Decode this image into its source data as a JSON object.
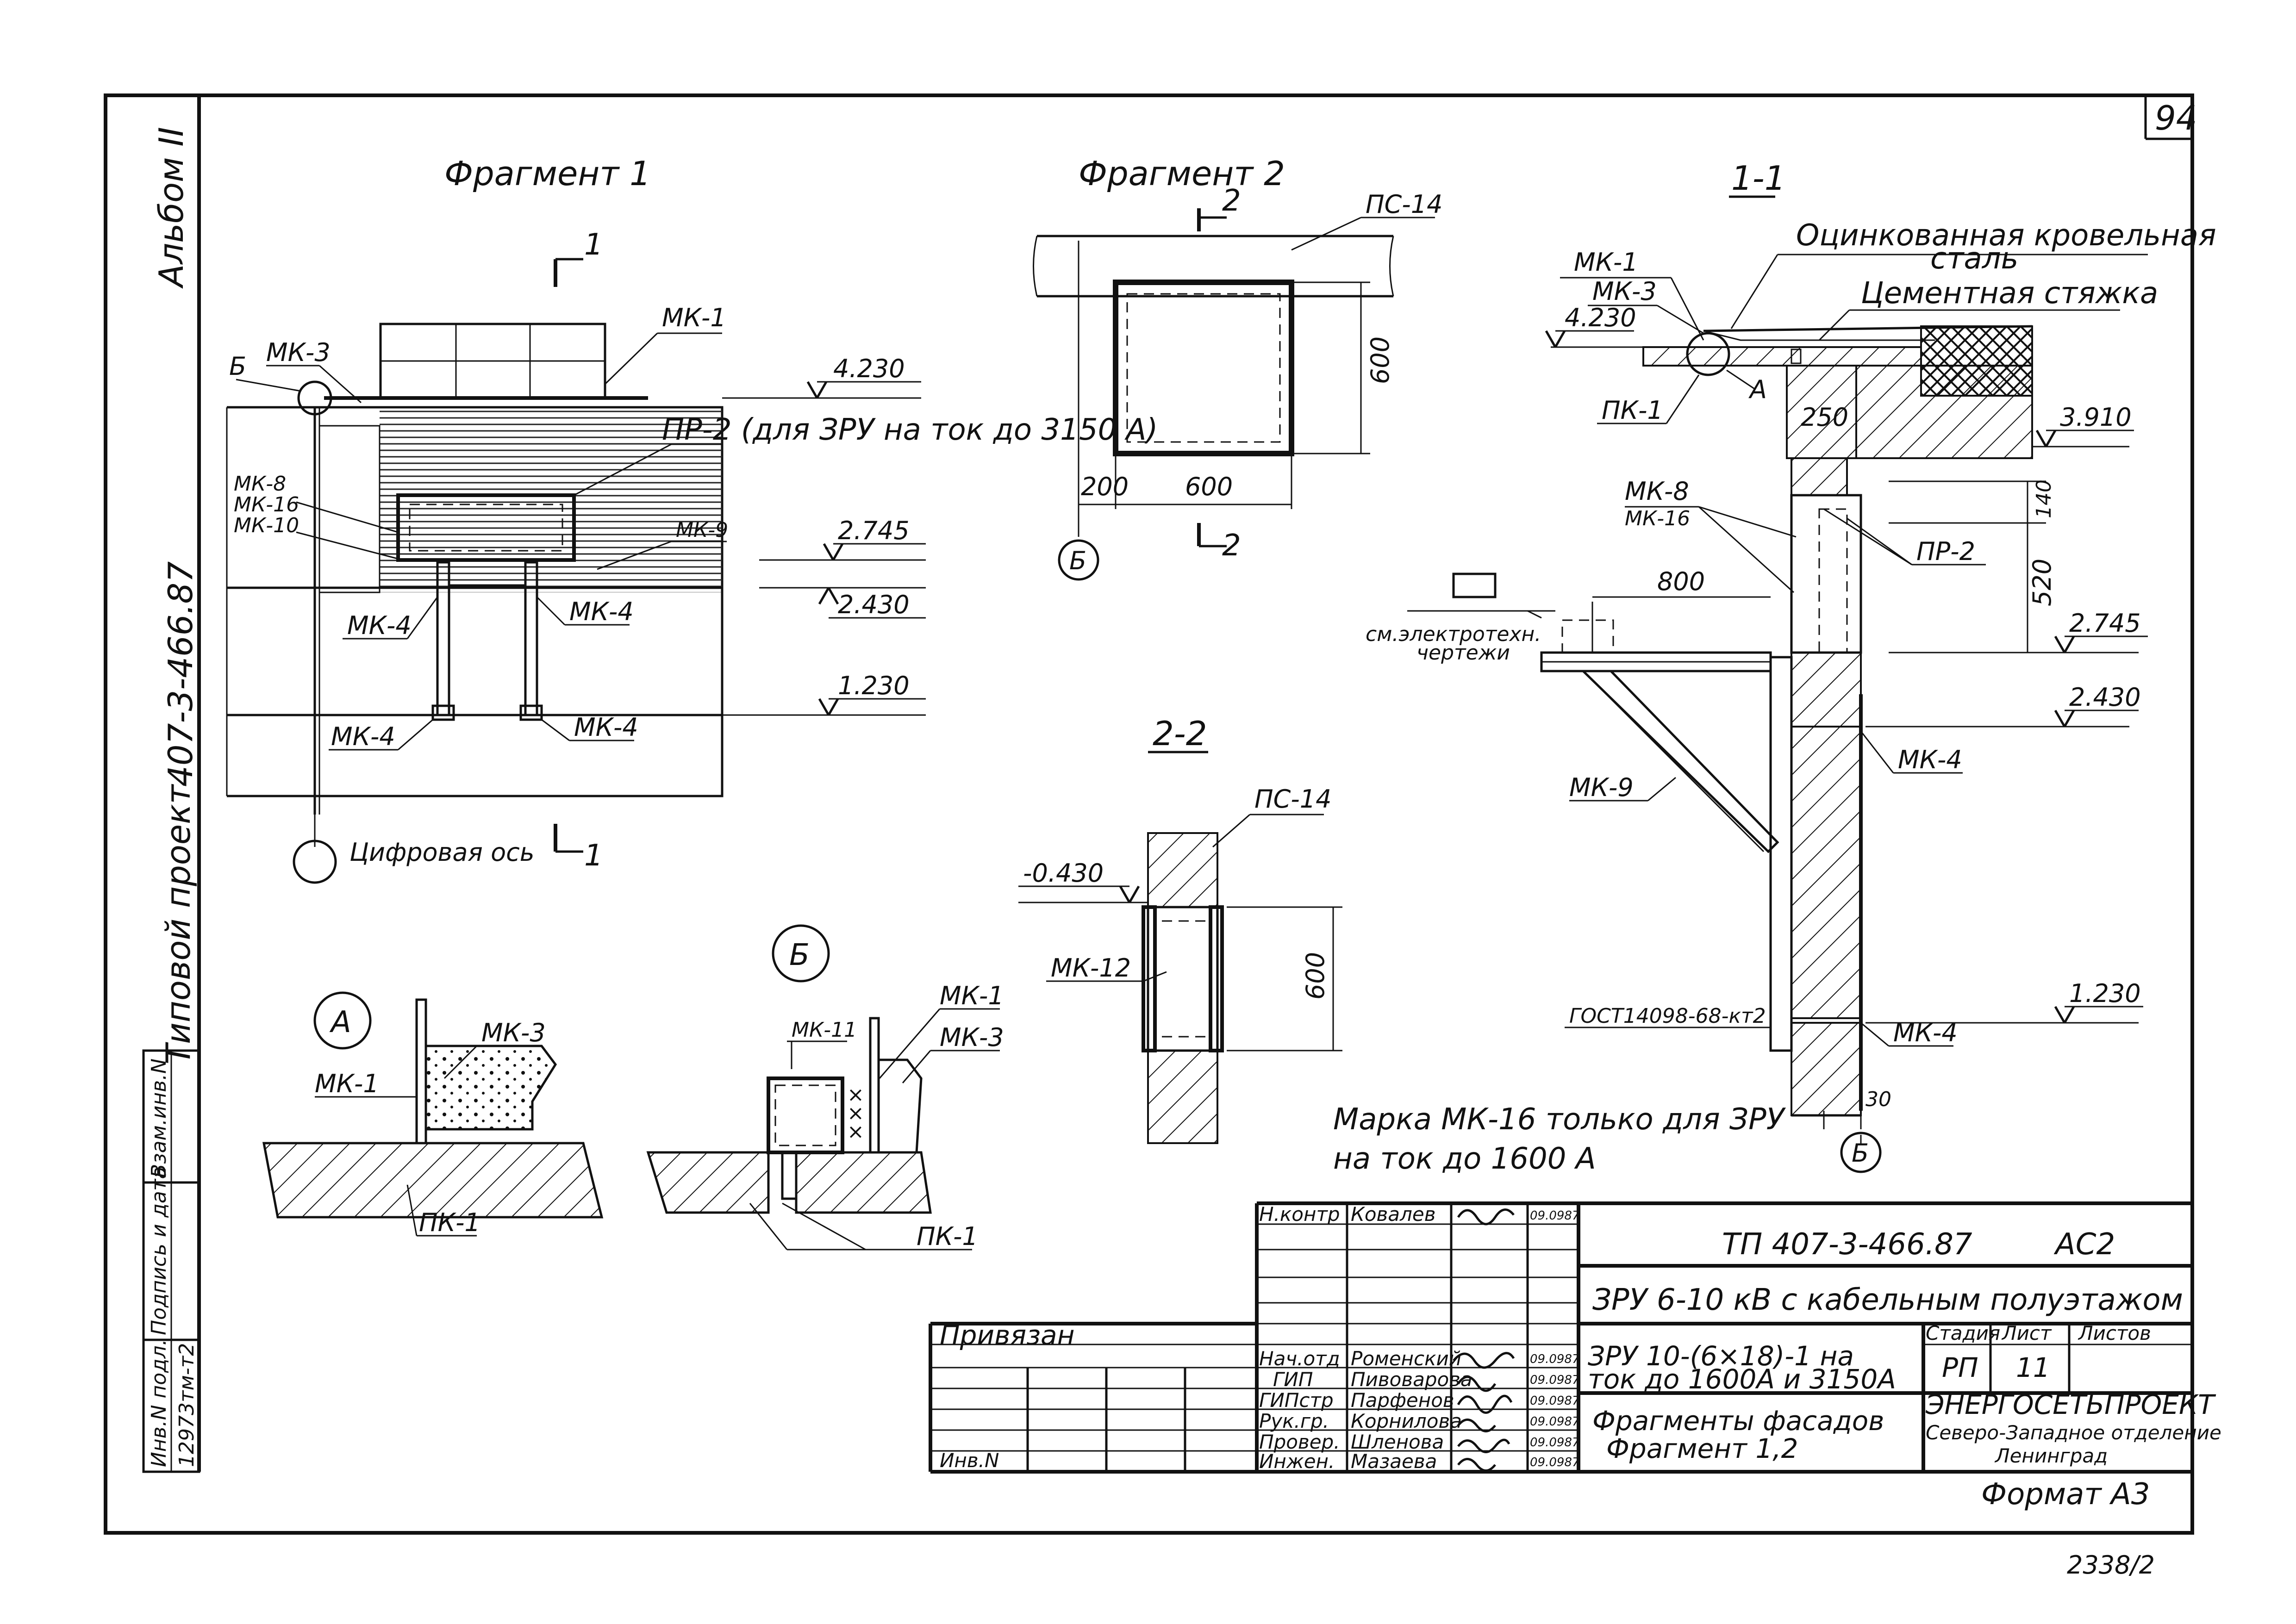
{
  "sheet_number": "94",
  "stamp_number": "2338/2",
  "format_note": "Формат А3",
  "side": {
    "album": "Альбом II",
    "project_type": "Типовой проект",
    "project_code": "407-3-466.87"
  },
  "side_stamp": {
    "col1": "Взам.инв.N",
    "col2": "Подпись и дата",
    "col3": "Инв.N подл.",
    "inv_value": "12973тм-т2"
  },
  "fragment1": {
    "title": "Фрагмент 1",
    "section_mark": "1",
    "labels": {
      "mk1": "МК-1",
      "mk3": "МК-3",
      "b": "Б",
      "mk8": "МК-8",
      "mk16": "МК-16",
      "mk10": "МК-10",
      "mk9": "МК-9",
      "mk4_a": "МК-4",
      "mk4_b": "МК-4",
      "mk4_c": "МК-4",
      "mk4_d": "МК-4",
      "pr2": "ПР-2 (для ЗРУ на ток до 3150 А)",
      "axis": "Цифровая ось"
    },
    "elevations": [
      "4.230",
      "2.745",
      "2.430",
      "1.230"
    ]
  },
  "fragment2": {
    "title": "Фрагмент 2",
    "section_mark": "2",
    "labels": {
      "ps14": "ПС-14",
      "axis_b": "Б"
    },
    "dims": {
      "height": "600",
      "offset": "200",
      "width": "600"
    }
  },
  "section11": {
    "title": "1-1",
    "labels": {
      "mk1": "МК-1",
      "roof_steel_1": "Оцинкованная кровельная",
      "roof_steel_2": "сталь",
      "mk3": "МК-3",
      "screed": "Цементная стяжка",
      "a": "А",
      "pk1": "ПК-1",
      "mk8": "МК-8",
      "mk16": "МК-16",
      "pr2": "ПР-2",
      "elec_1": "см.электротехн.",
      "elec_2": "чертежи",
      "mk9": "МК-9",
      "mk4_a": "МК-4",
      "mk4_b": "МК-4",
      "gost": "ГОСТ14098-68-кт2",
      "axis_b": "Б"
    },
    "elevations": [
      "4.230",
      "3.910",
      "2.745",
      "2.430",
      "1.230"
    ],
    "dims": {
      "d250": "250",
      "d140": "140",
      "d520": "520",
      "d800": "800",
      "d30": "30"
    }
  },
  "section22": {
    "title": "2-2",
    "labels": {
      "ps14": "ПС-14",
      "mk12": "МК-12"
    },
    "elevation": "-0.430",
    "dims": {
      "height": "600"
    }
  },
  "detailA": {
    "title": "А",
    "labels": {
      "mk1": "МК-1",
      "mk3": "МК-3",
      "pk1": "ПК-1"
    }
  },
  "detailB": {
    "title": "Б",
    "labels": {
      "mk11": "МК-11",
      "mk1": "МК-1",
      "mk3": "МК-3",
      "pk1": "ПК-1"
    }
  },
  "note": {
    "line1": "Марка МК-16 только для ЗРУ",
    "line2": "на ток до 1600 А"
  },
  "title_block": {
    "doc_code": "ТП 407-3-466.87",
    "mark": "АС2",
    "object": "ЗРУ 6-10 кВ с кабельным полуэтажом",
    "subject_1": "ЗРУ 10-(6×18)-1 на",
    "subject_2": "ток до 1600А и 3150А",
    "sheet_title_1": "Фрагменты фасадов",
    "sheet_title_2": "Фрагмент 1,2",
    "stage_h": "Стадия",
    "sheet_h": "Лист",
    "sheets_h": "Листов",
    "stage": "РП",
    "sheet": "11",
    "sheets": "",
    "org_1": "ЭНЕРГОСЕТЬПРОЕКТ",
    "org_2": "Северо-Западное отделение",
    "org_3": "Ленинград",
    "bound": "Привязан",
    "inv": "Инв.N",
    "people": [
      {
        "role": "Н.контр",
        "name": "Ковалев",
        "date": "09.0987"
      },
      {
        "role": "Нач.отд",
        "name": "Роменский",
        "date": "09.0987"
      },
      {
        "role": "ГИП",
        "name": "Пивоварова",
        "date": "09.0987"
      },
      {
        "role": "ГИПстр",
        "name": "Парфенов",
        "date": "09.0987"
      },
      {
        "role": "Рук.гр.",
        "name": "Корнилова",
        "date": "09.0987"
      },
      {
        "role": "Провер.",
        "name": "Шленова",
        "date": "09.0987"
      },
      {
        "role": "Инжен.",
        "name": "Мазаева",
        "date": "09.0987"
      }
    ]
  }
}
